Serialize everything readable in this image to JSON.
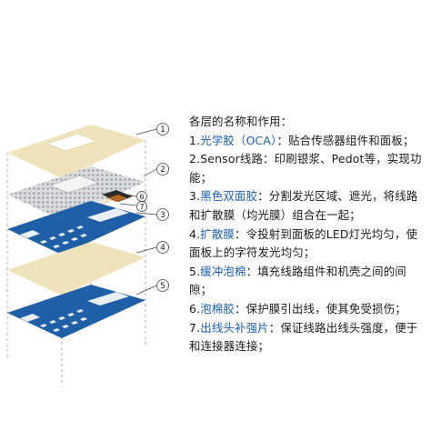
{
  "diagram": {
    "layer_numbers": [
      "①",
      "②",
      "③",
      "④",
      "⑤",
      "⑥",
      "⑦"
    ]
  },
  "legend": {
    "heading": "各层的名称和作用：",
    "items": [
      {
        "prefix": "1.",
        "name": "光学胶（OCA）",
        "desc": "：贴合传感器组件和面板；"
      },
      {
        "prefix": "2.",
        "name": "Sensor线路",
        "desc": "：印刷银浆、Pedot等，实现功能；"
      },
      {
        "prefix": "3.",
        "name": "黑色双面胶",
        "desc": "：分割发光区域、遮光，将线路和扩散膜（均光膜）组合在一起；"
      },
      {
        "prefix": "4.",
        "name": "扩散膜",
        "desc": "：令投射到面板的LED灯光均匀，使面板上的字符发光均匀；"
      },
      {
        "prefix": "5.",
        "name": "缓冲泡棉",
        "desc": "：填充线路组件和机壳之间的间隙；"
      },
      {
        "prefix": "6.",
        "name": "泡棉胶",
        "desc": "：保护膜引出线，使其免受损伤；"
      },
      {
        "prefix": "7.",
        "name": "出线头补强片",
        "desc": "：保证线路出线头强度，便于和连接器连接；"
      }
    ]
  },
  "colors": {
    "beige": "#efe3bc",
    "blue": "#1f5fa8",
    "highlight": "#1a5fb4",
    "gray_layer": "#d5d7da",
    "dark_film": "#2a2a2a",
    "copper": "#b5651d"
  }
}
